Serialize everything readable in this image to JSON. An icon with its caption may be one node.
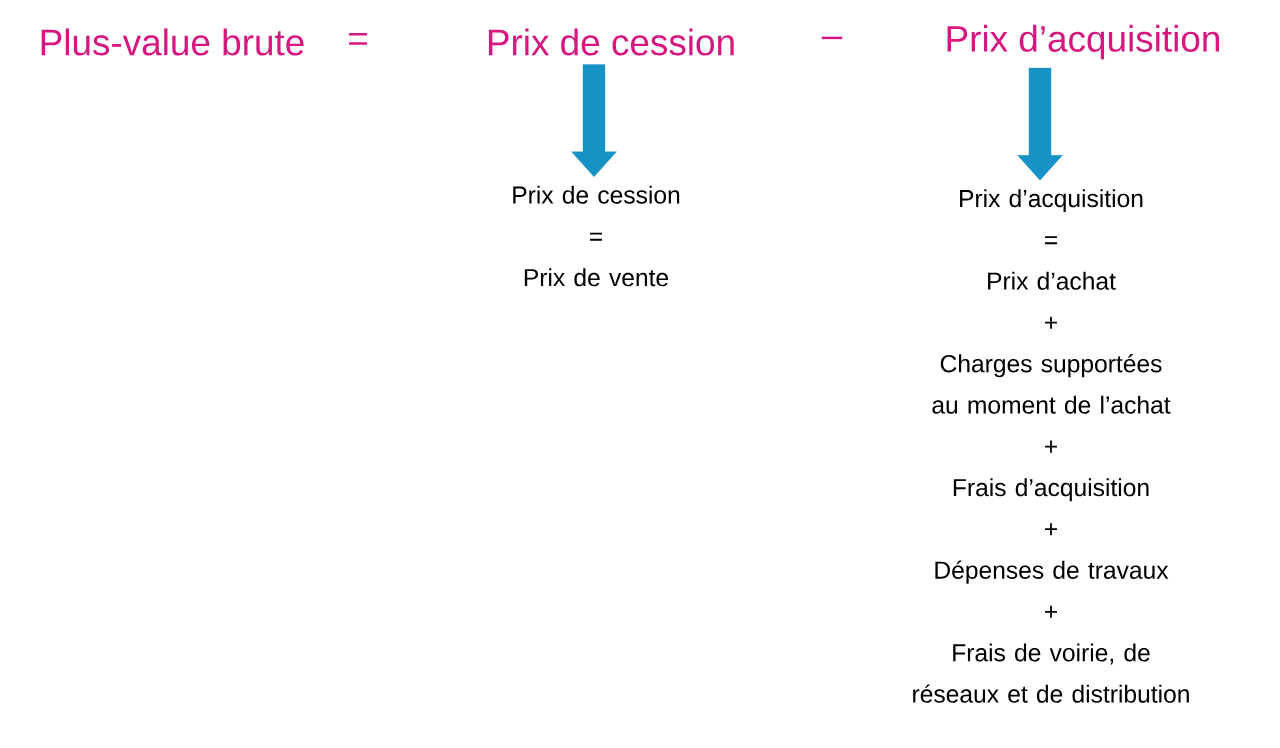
{
  "diagram": {
    "nodes": [
      {
        "text": [
          "Prix de cession"
        ]
      },
      {
        "text": [
          "Prix d’acquisition"
        ]
      },
      {
        "text": [
          "Prix de cession",
          "=",
          "Prix de vente"
        ]
      },
      {
        "text": [
          "Prix d’acquisition",
          "=",
          "Prix d’achat",
          "+",
          "Charges supportées au moment de l’achat",
          "+",
          "Frais d’acquisition",
          "+",
          "Dépenses de travaux",
          "+",
          "Frais de voirie, de réseaux et de distribution"
        ]
      }
    ],
    "edges": [
      {
        "from": 0,
        "to": 2,
        "arrow": "to"
      },
      {
        "from": 1,
        "to": 3,
        "arrow": "to"
      }
    ],
    "labels": [
      "Plus-value brute",
      "=",
      "–"
    ]
  }
}
